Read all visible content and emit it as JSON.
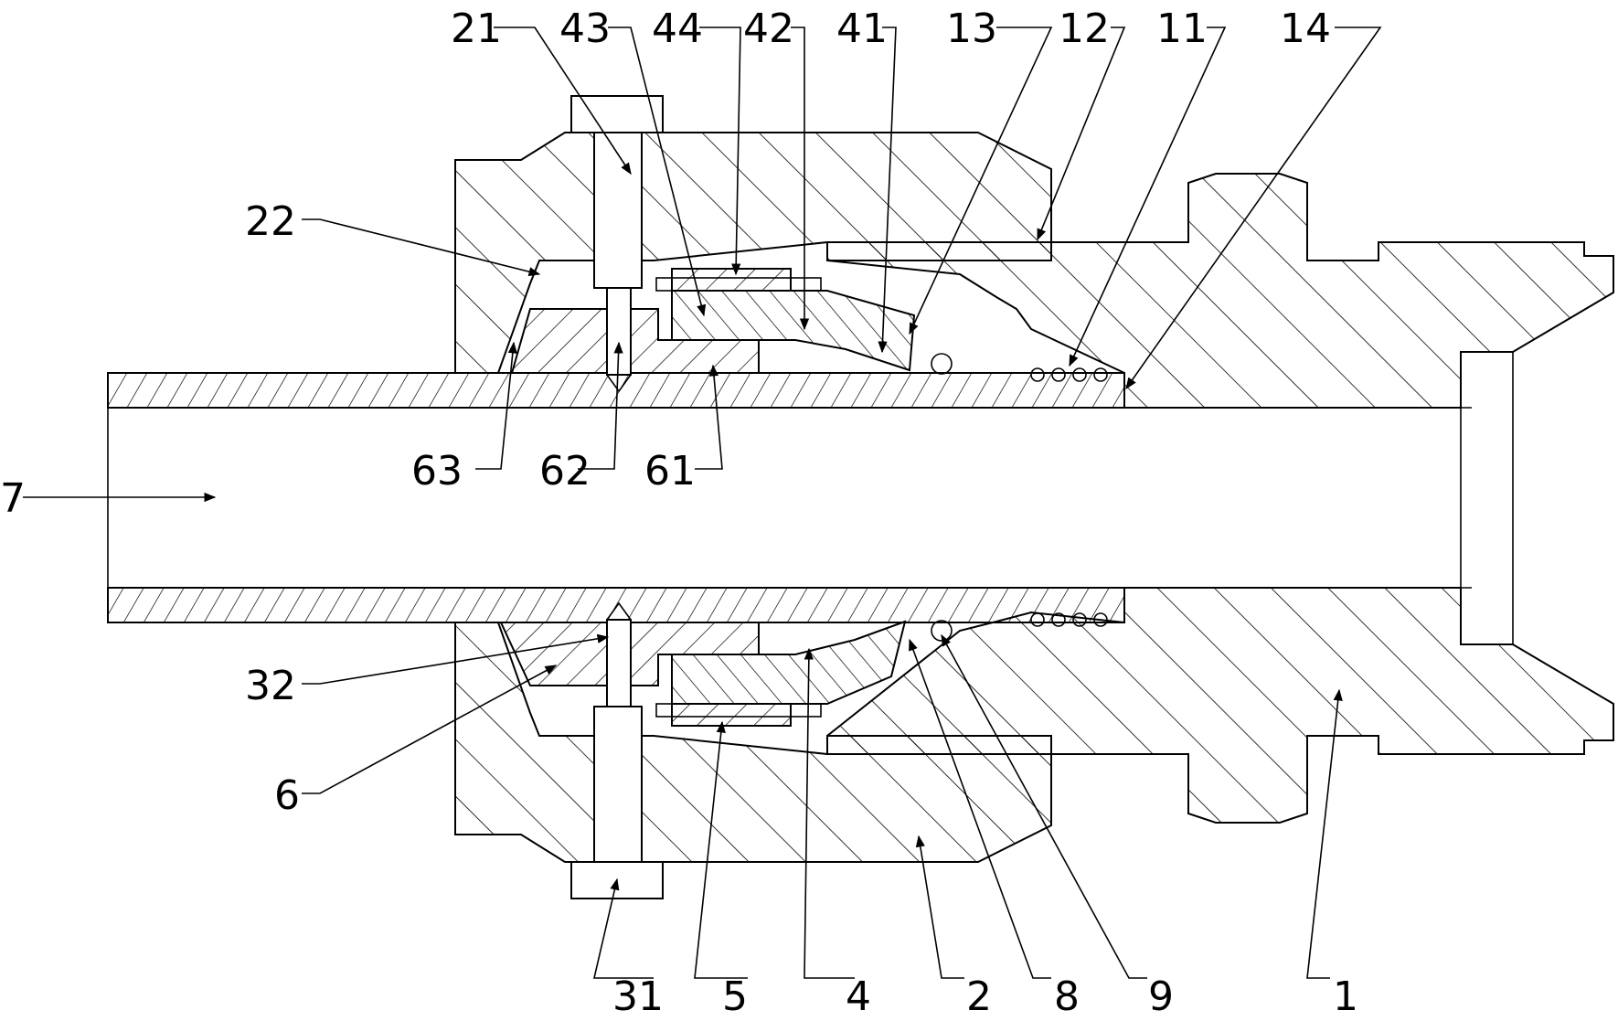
{
  "colors": {
    "line": "#000000",
    "background": "#ffffff"
  },
  "labels": {
    "l21": "21",
    "l43": "43",
    "l44": "44",
    "l42": "42",
    "l41": "41",
    "l13": "13",
    "l12": "12",
    "l11": "11",
    "l14": "14",
    "l22": "22",
    "l63": "63",
    "l62": "62",
    "l61": "61",
    "l7": "7",
    "l32": "32",
    "l6": "6",
    "l31": "31",
    "l5": "5",
    "l4": "4",
    "l2": "2",
    "l8": "8",
    "l9": "9",
    "l1": "1"
  }
}
